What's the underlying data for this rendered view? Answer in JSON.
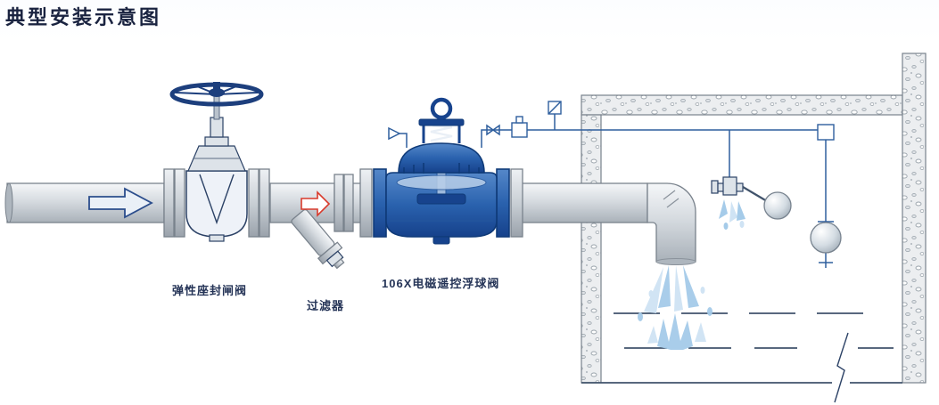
{
  "page": {
    "title": "典型安装示意图"
  },
  "diagram": {
    "labels": {
      "gate_valve": "弹性座封闸阀",
      "strainer": "过滤器",
      "main_valve": "106X电磁遥控浮球阀"
    }
  },
  "colors": {
    "title_text": "#1a2340",
    "label_text": "#253457",
    "outline_navy": "#2c4266",
    "valve_blue": "#2a62ae",
    "valve_blue_dark": "#17438d",
    "line_blue": "#2f5f9e",
    "pipe_outline": "#79828c",
    "tank_wall": "#eceef0",
    "speckle_gray": "#9aa3ab",
    "red_arrow": "#d93a2b",
    "water_blue": "#a5cbe9",
    "water_light": "#cfe3f4",
    "level_line": "#41536b"
  }
}
